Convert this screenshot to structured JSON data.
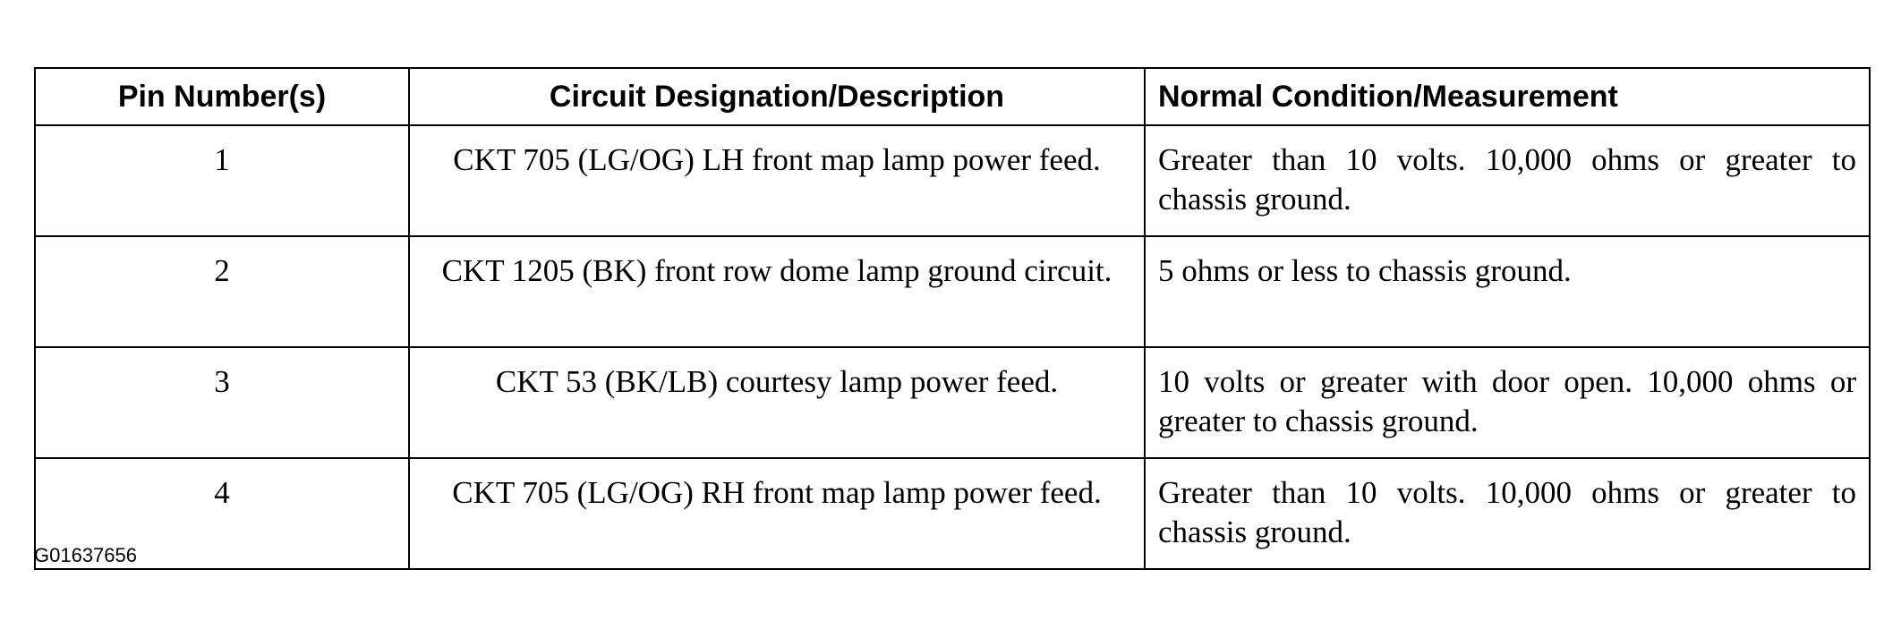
{
  "table": {
    "headers": {
      "pin": "Pin Number(s)",
      "circuit": "Circuit Designation/Description",
      "normal": "Normal Condition/Measurement"
    },
    "rows": [
      {
        "pin": "1",
        "circuit": "CKT 705 (LG/OG) LH front map lamp power feed.",
        "normal": "Greater than 10 volts. 10,000 ohms or greater to chassis ground."
      },
      {
        "pin": "2",
        "circuit": "CKT 1205 (BK) front row dome lamp ground circuit.",
        "normal": "5 ohms or less to chassis ground."
      },
      {
        "pin": "3",
        "circuit": "CKT 53 (BK/LB) courtesy lamp power feed.",
        "normal": "10 volts or greater with door open. 10,000 ohms or greater to chassis ground."
      },
      {
        "pin": "4",
        "circuit": "CKT 705 (LG/OG) RH front map lamp power feed.",
        "normal": "Greater than 10 volts. 10,000 ohms or greater to chassis ground."
      }
    ]
  },
  "figure_id": "G01637656"
}
